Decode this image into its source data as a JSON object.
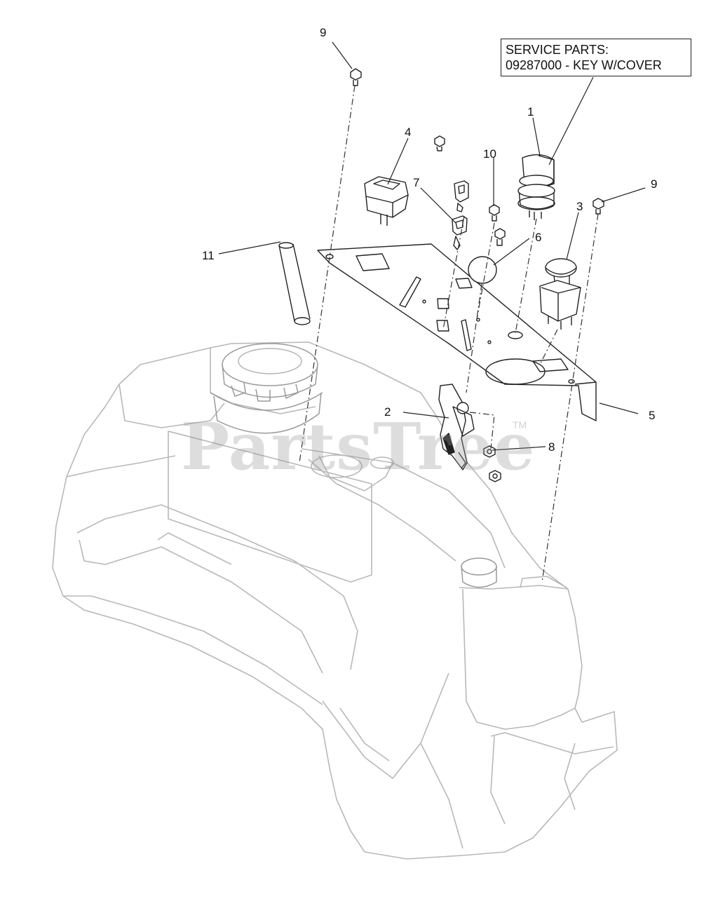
{
  "service_note": {
    "line1": "SERVICE PARTS:",
    "line2": "09287000 - KEY W/COVER"
  },
  "callouts": {
    "c1": "1",
    "c2": "2",
    "c3": "3",
    "c4": "4",
    "c5": "5",
    "c6": "6",
    "c7": "7",
    "c8": "8",
    "c9_left": "9",
    "c9_right": "9",
    "c10": "10",
    "c11": "11"
  },
  "watermark": {
    "text": "PartsTree",
    "tm": "TM"
  }
}
